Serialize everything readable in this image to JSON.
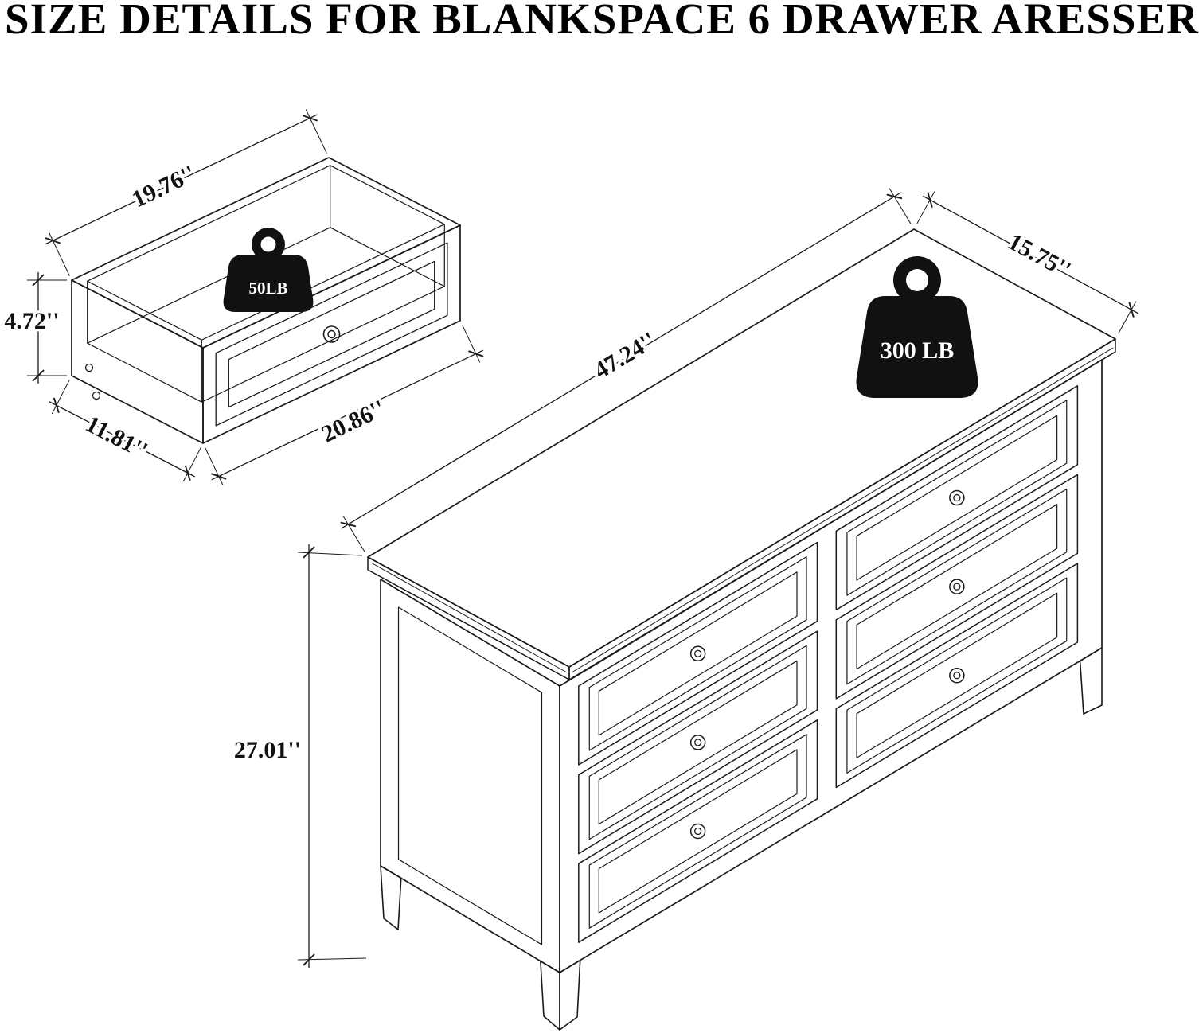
{
  "page": {
    "title": "SIZE DETAILS FOR BLANKSPACE 6 DRAWER ARESSER"
  },
  "drawer_detail": {
    "capacity_label": "50LB",
    "dims": {
      "top_width": "19.76''",
      "height": "4.72''",
      "depth": "11.81''",
      "front_width": "20.86''"
    }
  },
  "dresser": {
    "capacity_label": "300 LB",
    "dims": {
      "width": "47.24''",
      "depth": "15.75''",
      "height": "27.01''"
    }
  }
}
